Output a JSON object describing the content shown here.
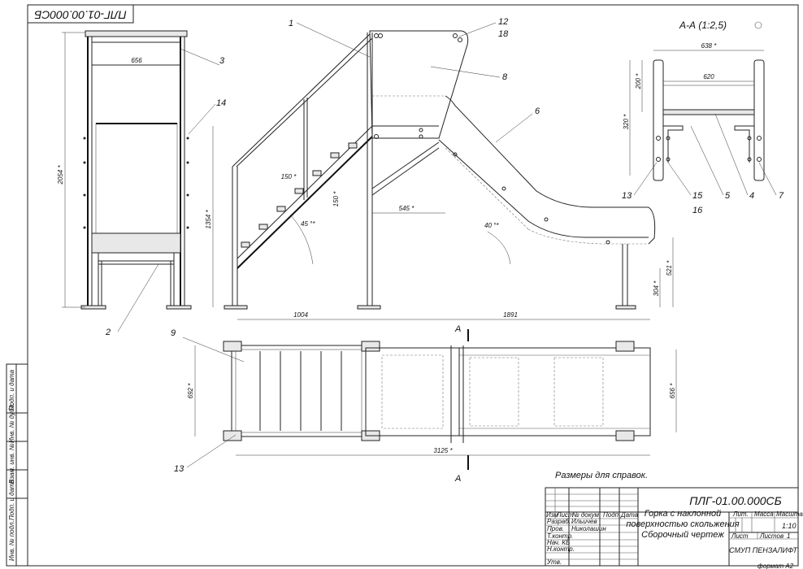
{
  "drawing": {
    "code": "ПЛГ-01.00.000СБ",
    "code_rotated": "ПЛГ-01.00.000СБ",
    "section_title": "А-А (1:2,5)",
    "reference_note": "Размеры для справок.",
    "section_marks": [
      "А",
      "А"
    ]
  },
  "callouts": [
    "1",
    "12",
    "18",
    "8",
    "6",
    "3",
    "14",
    "2",
    "9",
    "13",
    "13",
    "15",
    "16",
    "5",
    "4",
    "7"
  ],
  "dimensions": {
    "front_width": "656",
    "front_height": "2054 *",
    "step_h": "150 *",
    "step_v": "150 *",
    "stair_height": "1354 *",
    "stair_angle": "45 °*",
    "slide_angle": "40 °*",
    "platform_depth": "545 *",
    "stair_base": "1004",
    "slide_base": "1891",
    "exit_height": "521 *",
    "support_height": "304 *",
    "plan_width": "692 *",
    "plan_length": "3125 *",
    "plan_inner_width": "656 *",
    "sec_outer": "638 *",
    "sec_inner": "620",
    "sec_rail": "200 *",
    "sec_height": "320 *"
  },
  "title_block": {
    "designation": "ПЛГ-01.00.000СБ",
    "name_line1": "Горка с наклонной",
    "name_line2": "поверхностью скольжения",
    "name_line3": "Сборочный чертеж",
    "col_labels": [
      "Изм",
      "Лист",
      "№ докум.",
      "Подп.",
      "Дата"
    ],
    "rows": [
      {
        "role": "Разраб.",
        "name": "Ильичев"
      },
      {
        "role": "Пров.",
        "name": "Николашин"
      },
      {
        "role": "Т.контр.",
        "name": ""
      },
      {
        "role": "Нач. КБ",
        "name": ""
      },
      {
        "role": "Н.контр.",
        "name": ""
      },
      {
        "role": "Утв.",
        "name": ""
      }
    ],
    "lit_label": "Лит.",
    "mass_label": "Масса",
    "scale_label": "Масштаб",
    "scale": "1:10",
    "sheet_label": "Лист",
    "sheets_label": "Листов",
    "sheets": "1",
    "company": "СМУП ПЕНЗАЛИФТ",
    "format": "формат А2"
  },
  "margin_labels": [
    "Инв. № подл.",
    "Подп. и дата",
    "Взам. инв. №",
    "Инв. № дубл.",
    "Подп. и дата"
  ]
}
